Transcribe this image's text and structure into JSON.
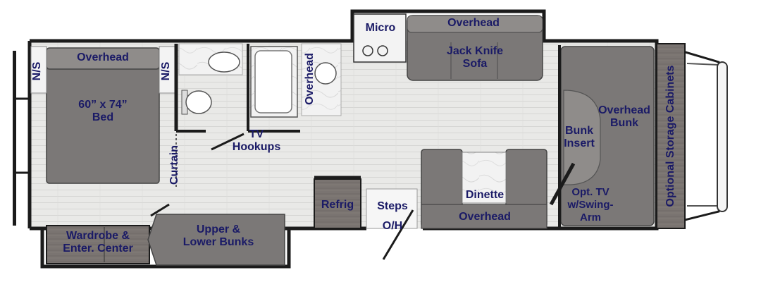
{
  "floorplan": {
    "colors": {
      "wall": "#1b1b1b",
      "floor": "#e9e9e7",
      "floor_line": "#d4d4d2",
      "furniture": "#7b7877",
      "furniture_light": "#8f8c8a",
      "counter": "#efefef",
      "label": "#1a1a66"
    },
    "labels": {
      "overhead_bedroom": "Overhead",
      "ns_left": "N/S",
      "ns_right": "N/S",
      "bed_size": "60” x 74”",
      "bed": "Bed",
      "curtain": "Curtain",
      "overhead_bath": "Overhead",
      "tv_hookups_1": "TV",
      "tv_hookups_2": "Hookups",
      "micro": "Micro",
      "overhead_kitchen": "Overhead",
      "sofa_1": "Jack Knife",
      "sofa_2": "Sofa",
      "refrig": "Refrig",
      "steps": "Steps",
      "oh": "O/H",
      "dinette": "Dinette",
      "overhead_dinette": "Overhead",
      "wardrobe_1": "Wardrobe &",
      "wardrobe_2": "Enter. Center",
      "bunks_1": "Upper &",
      "bunks_2": "Lower Bunks",
      "overhead_bunk_1": "Overhead",
      "overhead_bunk_2": "Bunk",
      "bunk_insert_1": "Bunk",
      "bunk_insert_2": "Insert",
      "opt_tv_1": "Opt. TV",
      "opt_tv_2": "w/Swing-",
      "opt_tv_3": "Arm",
      "storage": "Optional Storage Cabinets"
    }
  }
}
